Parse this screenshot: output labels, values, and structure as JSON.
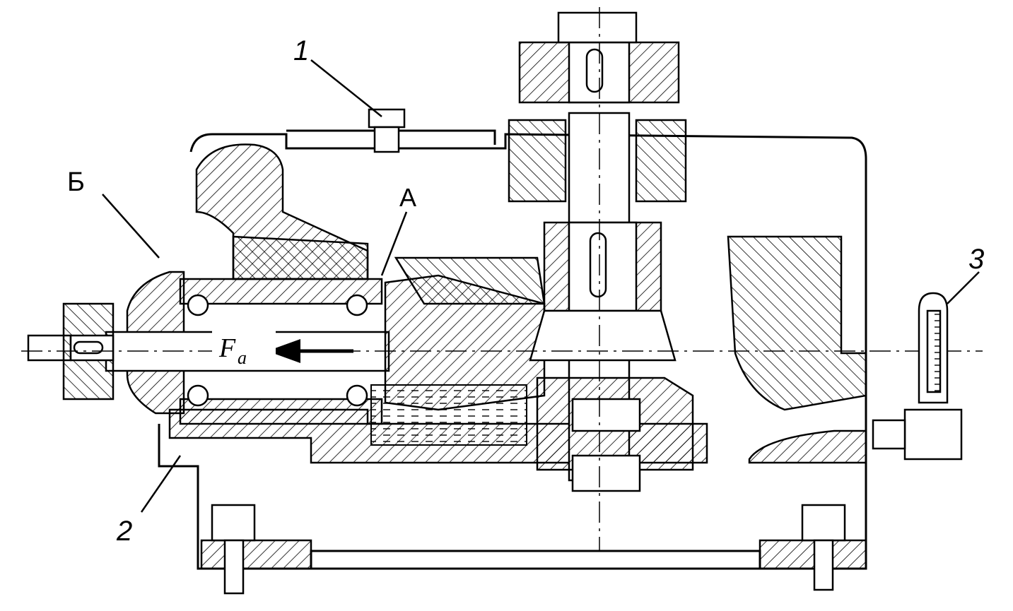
{
  "labels": {
    "callout_1": "1",
    "callout_2": "2",
    "callout_3": "3",
    "callout_A": "А",
    "callout_B": "Б"
  },
  "force": {
    "symbol": "F",
    "subscript": "a"
  },
  "colors": {
    "ink": "#000000",
    "paper": "#ffffff",
    "oil_hatch": "#000000"
  }
}
